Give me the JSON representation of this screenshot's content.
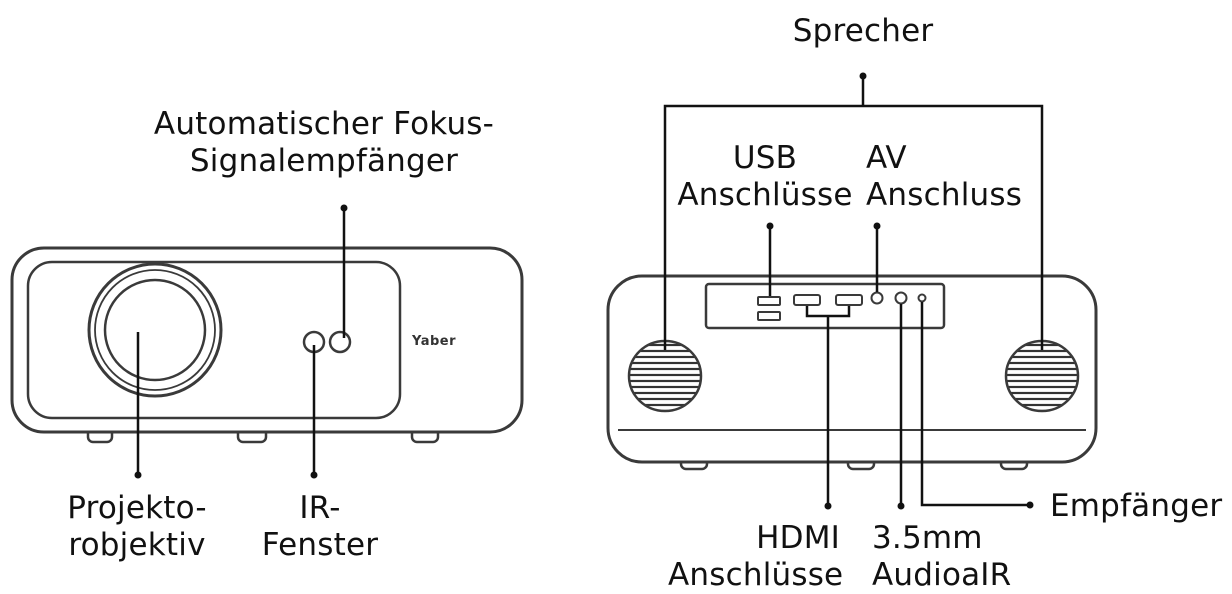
{
  "labels": {
    "autofocus_line1": "Automatischer Fokus-",
    "autofocus_line2": "Signalempfänger",
    "lens_line1": "Projekto-",
    "lens_line2": "robjektiv",
    "ir_line1": "IR-",
    "ir_line2": "Fenster",
    "speaker": "Sprecher",
    "usb_line1": "USB",
    "usb_line2": "Anschlüsse",
    "av_line1": "AV",
    "av_line2": "Anschluss",
    "hdmi_line1": "HDMI",
    "hdmi_line2": "Anschlüsse",
    "audio_line1": "3.5mm",
    "audio_line2": "AudioaIR",
    "receiver": "Empfänger"
  },
  "brand": {
    "logo_text": "Yaber"
  },
  "colors": {
    "line": "#111111",
    "outline": "#3a3a3a",
    "background": "#ffffff"
  }
}
